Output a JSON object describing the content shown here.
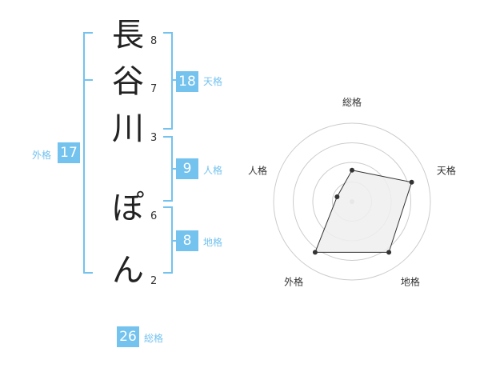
{
  "name": {
    "chars": [
      {
        "char": "長",
        "strokes": "8"
      },
      {
        "char": "谷",
        "strokes": "7"
      },
      {
        "char": "川",
        "strokes": "3"
      },
      {
        "char": "ぽ",
        "strokes": "6"
      },
      {
        "char": "ん",
        "strokes": "2"
      }
    ]
  },
  "kaku": {
    "tenkaku": {
      "value": "18",
      "label": "天格"
    },
    "jinkaku": {
      "value": "9",
      "label": "人格"
    },
    "chikaku": {
      "value": "8",
      "label": "地格"
    },
    "gaikaku": {
      "value": "17",
      "label": "外格"
    },
    "soukaku": {
      "value": "26",
      "label": "総格"
    }
  },
  "chart_data": {
    "type": "radar",
    "axes": [
      "総格",
      "天格",
      "地格",
      "外格",
      "人格"
    ],
    "values": [
      2,
      4,
      4,
      4,
      1
    ],
    "max": 5,
    "rings": 4,
    "colors": {
      "fill": "#efefef",
      "stroke": "#333333",
      "grid": "#cccccc",
      "center": "#bbbbbb"
    }
  }
}
